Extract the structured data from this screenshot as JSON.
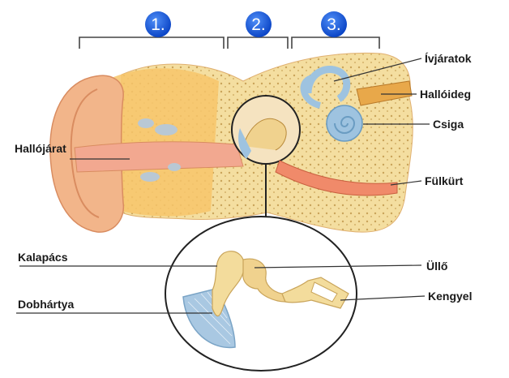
{
  "sections": [
    {
      "number": "1."
    },
    {
      "number": "2."
    },
    {
      "number": "3."
    }
  ],
  "labels": {
    "ivjaratok": "Ívjáratok",
    "halloideg": "Hallóideg",
    "csiga": "Csiga",
    "hallojarat": "Hallójárat",
    "fulkurt": "Fülkürt",
    "kalapacs": "Kalapács",
    "ullo": "Üllő",
    "dobhartya": "Dobhártya",
    "kengyel": "Kengyel"
  },
  "colors": {
    "badge": "#1a5fe0",
    "skin": "#f2b58a",
    "bone": "#f6e0a0",
    "fluid": "#9ec3e0",
    "cartilage": "#f7c56a"
  }
}
